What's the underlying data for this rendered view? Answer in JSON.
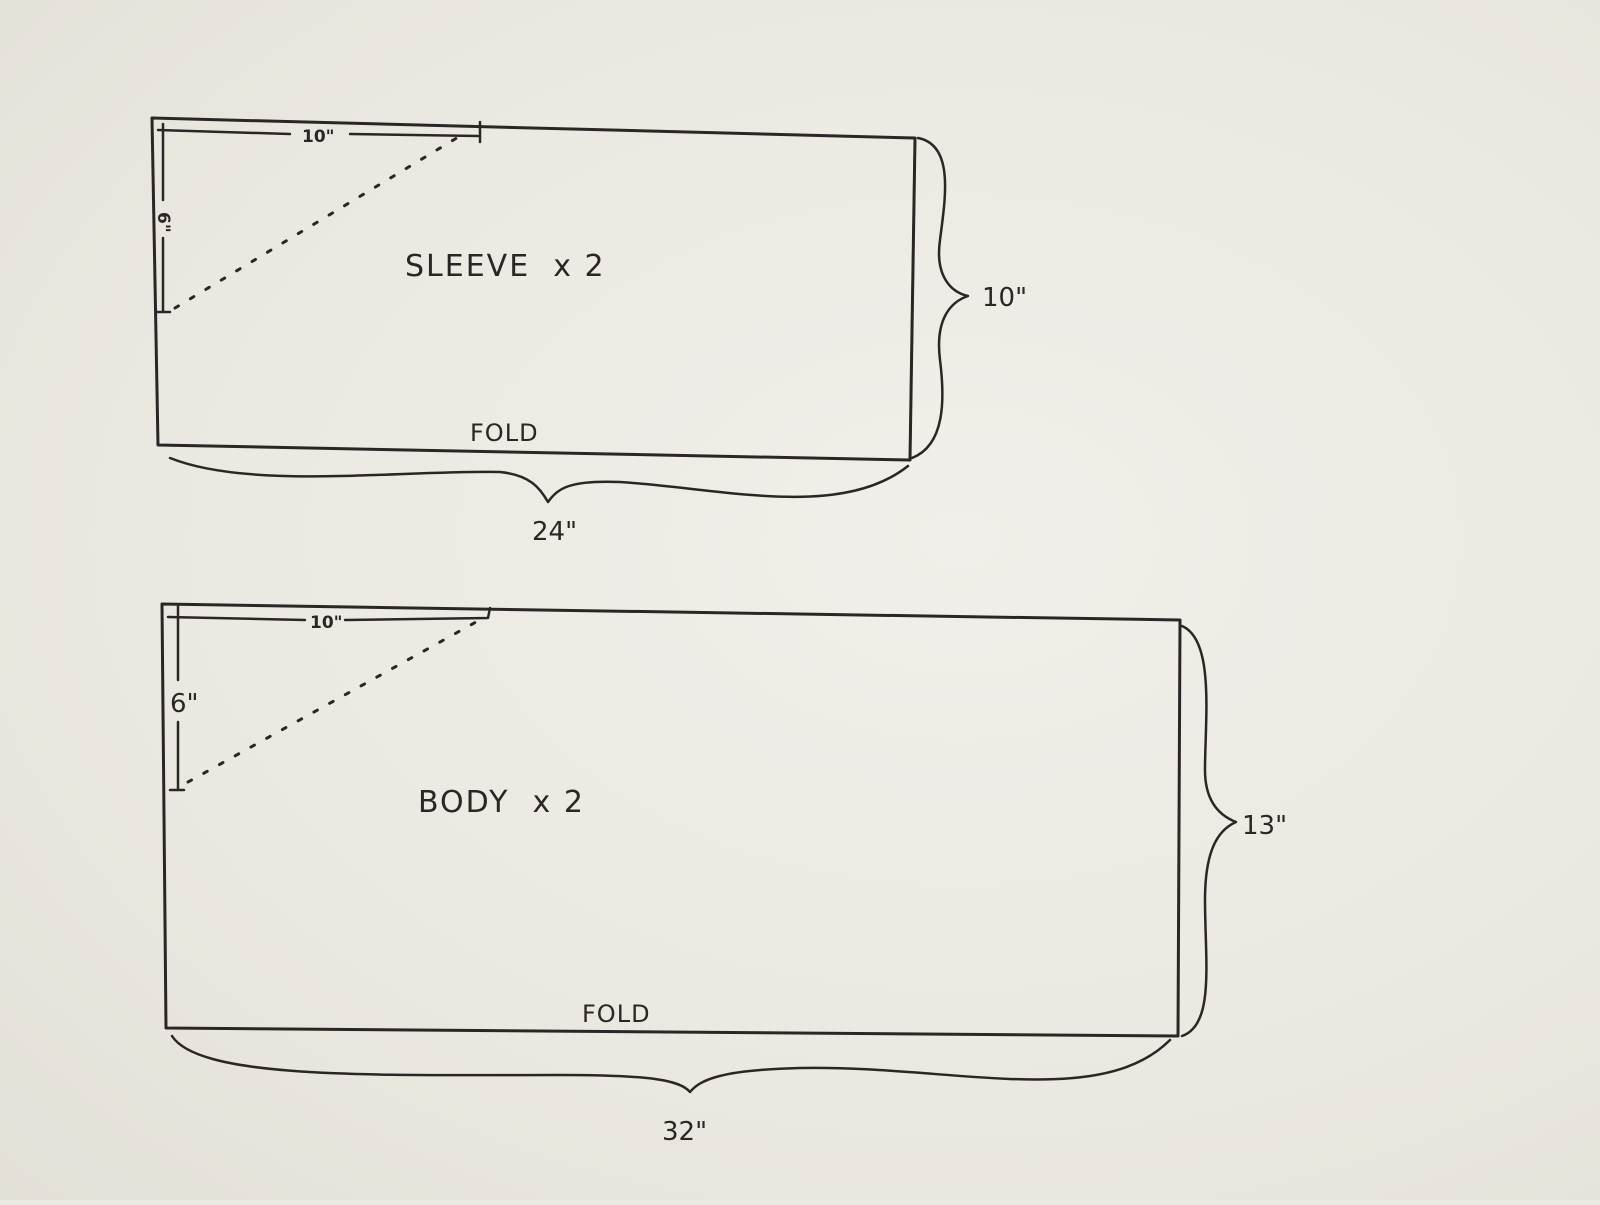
{
  "colors": {
    "paper": "#ece9e2",
    "ink": "#2b2626"
  },
  "sleeve": {
    "label": "SLEEVE  x 2",
    "fold_label": "FOLD",
    "width_label": "24\"",
    "height_label": "10\"",
    "top_mark_label": "10\"",
    "side_mark_label": "6\""
  },
  "body": {
    "label": "BODY  x 2",
    "fold_label": "FOLD",
    "width_label": "32\"",
    "height_label": "13\"",
    "top_mark_label": "10\"",
    "side_mark_label": "6\""
  }
}
